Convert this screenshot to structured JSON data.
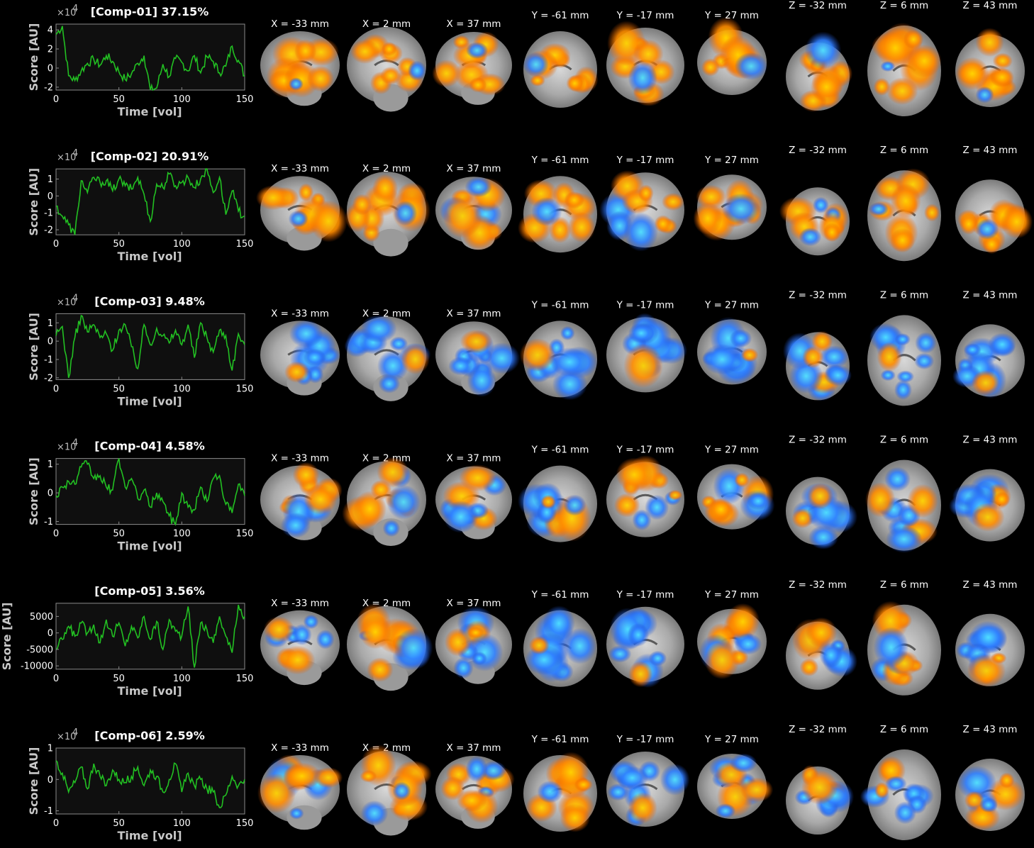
{
  "colors": {
    "background": "#000000",
    "panel": "#0f0f0f",
    "trace": "#22c022",
    "positive": "#ff8800",
    "positive_peak": "#ffd400",
    "negative": "#2f7fff",
    "negative_peak": "#40d8ff",
    "brain": "#b4b4b4"
  },
  "slice_labels": [
    "X = -33 mm",
    "X = 2 mm",
    "X = 37 mm",
    "Y = -61 mm",
    "Y = -17 mm",
    "Y = 27 mm",
    "Z = -32 mm",
    "Z = 6 mm",
    "Z = 43 mm"
  ],
  "chart_data": [
    {
      "type": "line",
      "title": "[Comp-01] 37.15%",
      "xlabel": "Time [vol]",
      "ylabel": "Score [AU]",
      "multiplier": "×10",
      "multiplier_exp": "4",
      "xlim": [
        0,
        150
      ],
      "ylim": [
        -2.3,
        4.6
      ],
      "xticks": [
        0,
        50,
        100,
        150
      ],
      "yticks": [
        -2,
        0,
        2,
        4
      ],
      "ytick_labels": [
        "-2",
        "0",
        "2",
        "4"
      ],
      "x": [
        0,
        5,
        10,
        15,
        20,
        25,
        30,
        35,
        40,
        45,
        50,
        55,
        60,
        65,
        70,
        75,
        80,
        85,
        90,
        95,
        100,
        105,
        110,
        115,
        120,
        125,
        130,
        135,
        140,
        145,
        150
      ],
      "y": [
        3.5,
        4.4,
        -0.8,
        -1.3,
        -0.3,
        0.5,
        0.9,
        0.3,
        1.3,
        0.7,
        -0.4,
        -1.2,
        -0.6,
        0.5,
        1.3,
        -2.3,
        -2.1,
        0.4,
        -0.9,
        1.0,
        0.6,
        -0.3,
        1.3,
        -0.5,
        1.2,
        0.7,
        -0.5,
        0.2,
        2.3,
        0.8,
        -0.8
      ],
      "maps": [
        "pos",
        "pos",
        "pos",
        "pos",
        "pos",
        "pos",
        "pos",
        "pos",
        "pos"
      ]
    },
    {
      "type": "line",
      "title": "[Comp-02] 20.91%",
      "xlabel": "Time [vol]",
      "ylabel": "Score [AU]",
      "multiplier": "×10",
      "multiplier_exp": "4",
      "xlim": [
        0,
        150
      ],
      "ylim": [
        -2.3,
        1.6
      ],
      "xticks": [
        0,
        50,
        100,
        150
      ],
      "yticks": [
        -2,
        -1,
        0,
        1
      ],
      "ytick_labels": [
        "-2",
        "-1",
        "0",
        "1"
      ],
      "x": [
        0,
        5,
        10,
        15,
        20,
        25,
        30,
        35,
        40,
        45,
        50,
        55,
        60,
        65,
        70,
        75,
        80,
        85,
        90,
        95,
        100,
        105,
        110,
        115,
        120,
        125,
        130,
        135,
        140,
        145,
        150
      ],
      "y": [
        -0.6,
        -1.2,
        -1.7,
        -2.3,
        0.9,
        0.2,
        1.1,
        0.8,
        0.9,
        0.3,
        1.0,
        0.6,
        0.4,
        1.1,
        0.1,
        -1.5,
        0.7,
        0.5,
        1.3,
        0.6,
        0.8,
        1.1,
        0.5,
        1.0,
        1.6,
        0.2,
        1.1,
        -1.1,
        0.3,
        -0.9,
        -1.2
      ],
      "maps": [
        "pos",
        "pos",
        "mixP",
        "pos",
        "mixP",
        "pos",
        "mixP",
        "pos",
        "pos"
      ]
    },
    {
      "type": "line",
      "title": "[Comp-03] 9.48%",
      "xlabel": "Time [vol]",
      "ylabel": "Score [AU]",
      "multiplier": "×10",
      "multiplier_exp": "4",
      "xlim": [
        0,
        150
      ],
      "ylim": [
        -2.1,
        1.5
      ],
      "xticks": [
        0,
        50,
        100,
        150
      ],
      "yticks": [
        -2,
        -1,
        0,
        1
      ],
      "ytick_labels": [
        "-2",
        "-1",
        "0",
        "1"
      ],
      "x": [
        0,
        5,
        10,
        15,
        20,
        25,
        30,
        35,
        40,
        45,
        50,
        55,
        60,
        65,
        70,
        75,
        80,
        85,
        90,
        95,
        100,
        105,
        110,
        115,
        120,
        125,
        130,
        135,
        140,
        145,
        150
      ],
      "y": [
        0.3,
        0.8,
        -2.0,
        0.2,
        1.4,
        0.5,
        0.9,
        0.2,
        0.4,
        -0.5,
        0.6,
        0.9,
        -0.3,
        -1.5,
        0.9,
        -0.2,
        0.7,
        0.3,
        -0.1,
        0.6,
        -0.2,
        0.9,
        -0.9,
        1.0,
        0.2,
        -0.6,
        0.6,
        0.3,
        -1.6,
        0.4,
        -0.2
      ],
      "maps": [
        "neg",
        "neg",
        "neg",
        "neg",
        "neg",
        "neg",
        "mixN",
        "neg",
        "neg"
      ]
    },
    {
      "type": "line",
      "title": "[Comp-04] 4.58%",
      "xlabel": "Time [vol]",
      "ylabel": "Score [AU]",
      "multiplier": "×10",
      "multiplier_exp": "4",
      "xlim": [
        0,
        150
      ],
      "ylim": [
        -1.1,
        1.2
      ],
      "xticks": [
        0,
        50,
        100,
        150
      ],
      "yticks": [
        -1,
        0,
        1
      ],
      "ytick_labels": [
        "-1",
        "0",
        "1"
      ],
      "x": [
        0,
        5,
        10,
        15,
        20,
        25,
        30,
        35,
        40,
        45,
        50,
        55,
        60,
        65,
        70,
        75,
        80,
        85,
        90,
        95,
        100,
        105,
        110,
        115,
        120,
        125,
        130,
        135,
        140,
        145,
        150
      ],
      "y": [
        -0.1,
        0.2,
        0.4,
        0.3,
        0.9,
        1.0,
        0.5,
        0.6,
        0.2,
        0.1,
        1.2,
        0.2,
        0.5,
        -0.2,
        0.1,
        -0.5,
        0.0,
        -0.3,
        -0.8,
        -1.1,
        0.0,
        -0.5,
        -0.6,
        0.2,
        -0.3,
        0.5,
        0.6,
        -0.4,
        -0.7,
        0.3,
        -0.1
      ],
      "maps": [
        "mixP",
        "mixP",
        "mixN",
        "mixN",
        "mixP",
        "mixP",
        "mixN",
        "mixN",
        "mixN"
      ]
    },
    {
      "type": "line",
      "title": "[Comp-05] 3.56%",
      "xlabel": "Time [vol]",
      "ylabel": "Score [AU]",
      "multiplier": "",
      "multiplier_exp": "",
      "xlim": [
        0,
        150
      ],
      "ylim": [
        -11000,
        9000
      ],
      "xticks": [
        0,
        50,
        100,
        150
      ],
      "yticks": [
        -10000,
        -5000,
        0,
        5000
      ],
      "ytick_labels": [
        "-10000",
        "-5000",
        "0",
        "5000"
      ],
      "x": [
        0,
        5,
        10,
        15,
        20,
        25,
        30,
        35,
        40,
        45,
        50,
        55,
        60,
        65,
        70,
        75,
        80,
        85,
        90,
        95,
        100,
        105,
        110,
        115,
        120,
        125,
        130,
        135,
        140,
        145,
        150
      ],
      "y": [
        -5000,
        -2000,
        2000,
        -1000,
        3000,
        0,
        2500,
        -3000,
        4000,
        -1000,
        3000,
        -4000,
        2000,
        -1500,
        5000,
        -2000,
        3500,
        -5000,
        4000,
        500,
        -1000,
        8000,
        -10500,
        3000,
        1000,
        -3000,
        5000,
        -1000,
        -6000,
        8500,
        5000
      ],
      "maps": [
        "mixN",
        "mixP",
        "mixN",
        "neg",
        "neg",
        "mixP",
        "mixN",
        "mixP",
        "mixN"
      ]
    },
    {
      "type": "line",
      "title": "[Comp-06] 2.59%",
      "xlabel": "Time [vol]",
      "ylabel": "Score [AU]",
      "multiplier": "×10",
      "multiplier_exp": "4",
      "xlim": [
        0,
        150
      ],
      "ylim": [
        -1.1,
        1.0
      ],
      "xticks": [
        0,
        50,
        100,
        150
      ],
      "yticks": [
        -1,
        0,
        1
      ],
      "ytick_labels": [
        "-1",
        "0",
        "1"
      ],
      "x": [
        0,
        5,
        10,
        15,
        20,
        25,
        30,
        35,
        40,
        45,
        50,
        55,
        60,
        65,
        70,
        75,
        80,
        85,
        90,
        95,
        100,
        105,
        110,
        115,
        120,
        125,
        130,
        135,
        140,
        145,
        150
      ],
      "y": [
        0.6,
        0.2,
        -0.4,
        -0.1,
        0.4,
        -0.3,
        0.5,
        0.1,
        -0.2,
        0.3,
        0.0,
        -0.1,
        0.1,
        0.4,
        -0.2,
        0.3,
        0.1,
        -0.4,
        0.0,
        0.5,
        -0.4,
        0.2,
        -0.2,
        0.0,
        -0.3,
        -0.4,
        -0.9,
        -0.5,
        0.1,
        -0.2,
        0.0
      ],
      "maps": [
        "mixP",
        "mixP",
        "mixP",
        "pos",
        "neg",
        "mixN",
        "mixN",
        "mixN",
        "mixP"
      ]
    }
  ]
}
